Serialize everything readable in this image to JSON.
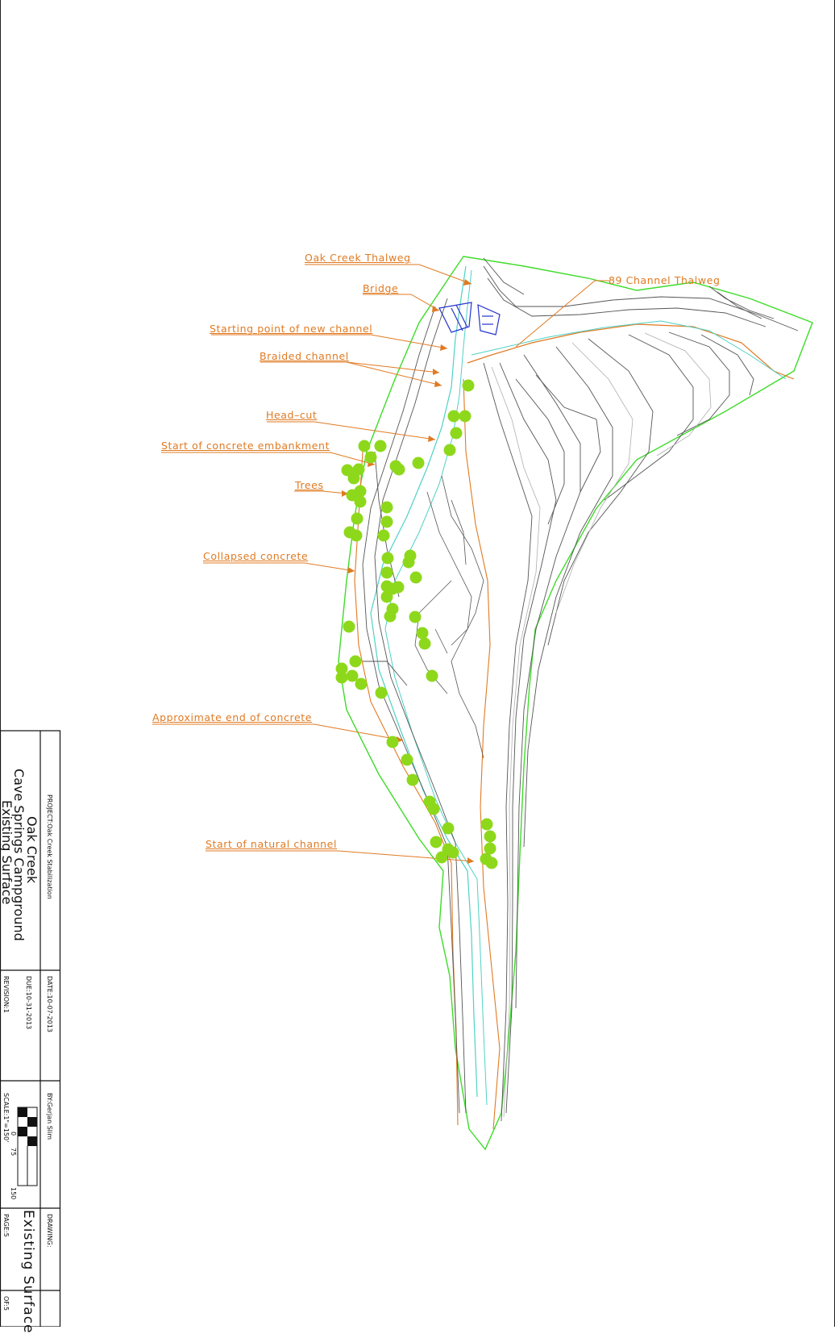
{
  "labels": {
    "oak_creek_thalweg": "Oak Creek Thalweg",
    "bridge": "Bridge",
    "channel_89_thalweg": "89 Channel Thalweg",
    "starting_point": "Starting point of new channel",
    "braided_channel": "Braided channel",
    "head_cut": "Head–cut",
    "start_concrete_embankment": "Start of concrete embankment",
    "trees": "Trees",
    "collapsed_concrete": "Collapsed concrete",
    "approx_end_concrete": "Approximate end of concrete",
    "start_natural_channel": "Start of natural channel"
  },
  "title_block": {
    "title_line1": "Oak Creek",
    "title_line2": "Cave Springs Campground",
    "title_line3": "Existing Surface",
    "project": "PROJECT:Oak Creek Stabilization",
    "date": "DATE:10-07-2013",
    "due": "DUE:10-31-2013",
    "revision": "REVISION:1",
    "by": "BY:Gerjan Slim",
    "scale": "SCALE:1\"=150'",
    "scale_ticks": [
      "0",
      "75",
      "150"
    ],
    "drawing_label": "DRAWING:",
    "drawing_name": "Existing Surface",
    "page": "PAGE:5",
    "of": "OF:5"
  },
  "colors": {
    "annotation": "#e07a22",
    "boundary": "#3ddc28",
    "contour": "#555555",
    "contour_light": "#b0b0b0",
    "stream": "#4fd1c5",
    "bridge": "#2233cc",
    "tree": "#8ed81c"
  },
  "tree_count": 60
}
